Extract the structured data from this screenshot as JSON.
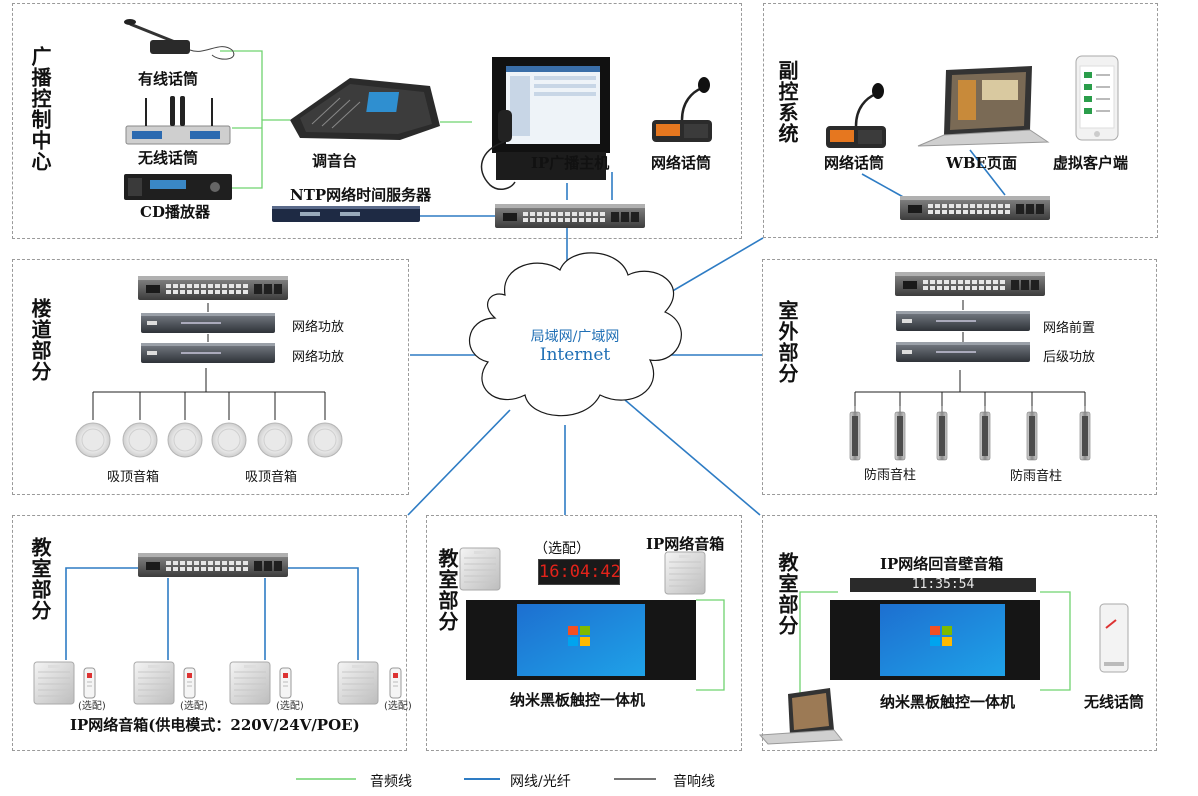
{
  "panels": {
    "broadcast": "广播控制中心",
    "sub": "副控系统",
    "corridor": "楼道部分",
    "outdoor": "室外部分",
    "classroom_left": "教室部分",
    "classroom_mid": "教室部分",
    "classroom_right": "教室部分"
  },
  "labels": {
    "wired_mic": "有线话筒",
    "wireless_mic": "无线话筒",
    "cd_player": "CD播放器",
    "mixer": "调音台",
    "ip_host": "IP广播主机",
    "network_mic": "网络话筒",
    "ntp_server": "NTP网络时间服务器",
    "sub_network_mic": "网络话筒",
    "wbe_page": "WBE页面",
    "virtual_client": "虚拟客户端",
    "corr_amp1": "网络功放",
    "corr_amp2": "网络功放",
    "ceiling_speaker_1": "吸顶音箱",
    "ceiling_speaker_2": "吸顶音箱",
    "out_preamp": "网络前置",
    "out_power_amp": "后级功放",
    "column_speaker_1": "防雨音柱",
    "column_speaker_2": "防雨音柱",
    "ip_speaker_power": "IP网络音箱(供电模式：220V/24V/POE)",
    "optional_tag": "(选配)",
    "mid_optional": "（选配）",
    "mid_ip_speaker": "IP网络音箱",
    "mid_blackboard": "纳米黑板触控一体机",
    "right_echo_speaker": "IP网络回音壁音箱",
    "right_blackboard": "纳米黑板触控一体机",
    "right_wireless_mic": "无线话筒"
  },
  "cloud": {
    "line1": "局域网/广域网",
    "line2": "Internet"
  },
  "clocks": {
    "mid": "16:04:42",
    "right": "11:35:54"
  },
  "legend": {
    "audio": {
      "label": "音频线",
      "color": "#6fd36f"
    },
    "network": {
      "label": "网线/光纤",
      "color": "#2e7cc4"
    },
    "speaker": {
      "label": "音响线",
      "color": "#222222"
    }
  }
}
